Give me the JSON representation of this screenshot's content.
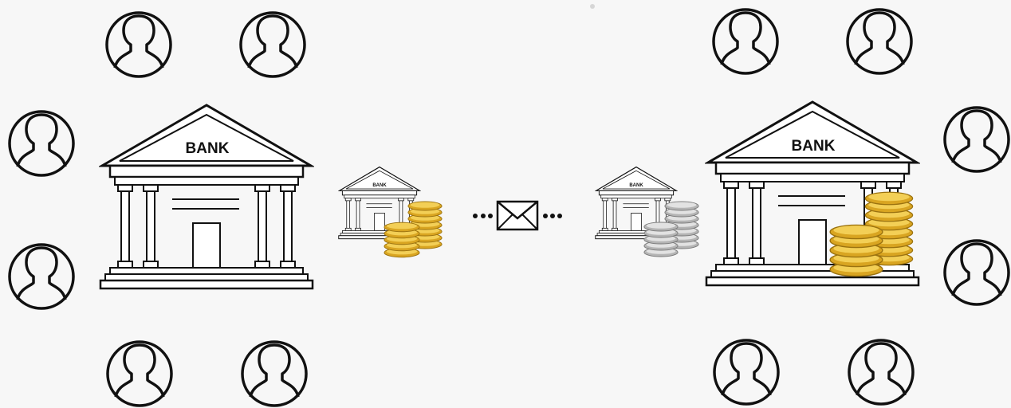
{
  "diagram": {
    "background": "#f7f7f7",
    "stroke_color": "#111111",
    "gold_color": "#e8b830",
    "silver_color": "#c8c8c8",
    "left_bank": {
      "label": "BANK",
      "small_bank_label": "BANK",
      "customers": 6,
      "icon": "bank-building-icon",
      "coins": "gold"
    },
    "right_bank": {
      "label": "BANK",
      "small_bank_label": "BANK",
      "customers": 6,
      "icon": "bank-building-icon",
      "coins": "gold"
    },
    "message": {
      "icon": "envelope-icon"
    },
    "customer_icon": "person-icon"
  }
}
